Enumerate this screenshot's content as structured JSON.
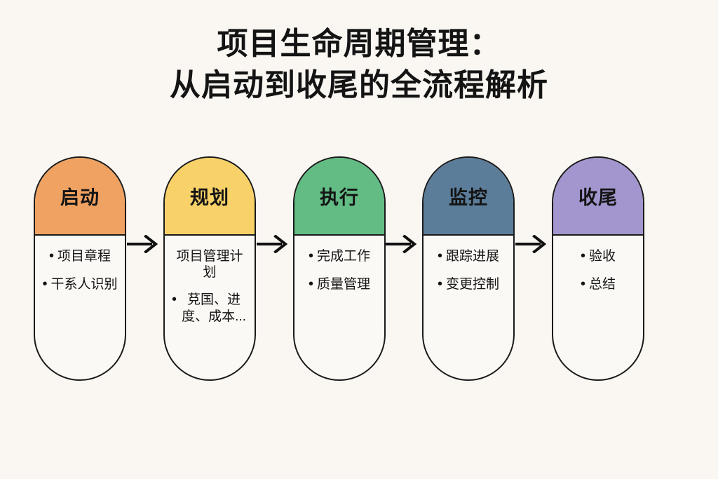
{
  "title": {
    "line1": "项目生命周期管理：",
    "line2": "从启动到收尾的全流程解析"
  },
  "colors": {
    "background": "#faf7f2",
    "card_fill": "#fbf9f5",
    "outline": "#1a1a1a",
    "text": "#141414",
    "phase_initiate": "#efa261",
    "phase_plan": "#f8d168",
    "phase_execute": "#62bc84",
    "phase_monitor": "#5b7d99",
    "phase_close": "#a396ce"
  },
  "phases": [
    {
      "label": "启动",
      "color": "#efa261",
      "items": [
        {
          "text": "项目章程",
          "bullet": true
        },
        {
          "text": "干系人识别",
          "bullet": true
        }
      ]
    },
    {
      "label": "规划",
      "color": "#f8d168",
      "items": [
        {
          "text": "项目管理计划",
          "bullet": false
        },
        {
          "text": "莌国、进度、成本...",
          "bullet": true
        }
      ]
    },
    {
      "label": "执行",
      "color": "#62bc84",
      "items": [
        {
          "text": "完成工作",
          "bullet": true
        },
        {
          "text": "质量管理",
          "bullet": true
        }
      ]
    },
    {
      "label": "监控",
      "color": "#5b7d99",
      "items": [
        {
          "text": "跟踪进展",
          "bullet": true
        },
        {
          "text": "变更控制",
          "bullet": true
        }
      ]
    },
    {
      "label": "收尾",
      "color": "#a396ce",
      "items": [
        {
          "text": "验收",
          "bullet": true
        },
        {
          "text": "总结",
          "bullet": true
        }
      ]
    }
  ],
  "bullet_glyph": "•",
  "arrows": [
    {
      "name": "arrow-initiate-to-plan"
    },
    {
      "name": "arrow-plan-to-execute"
    },
    {
      "name": "arrow-execute-to-monitor"
    },
    {
      "name": "arrow-monitor-to-close"
    }
  ]
}
